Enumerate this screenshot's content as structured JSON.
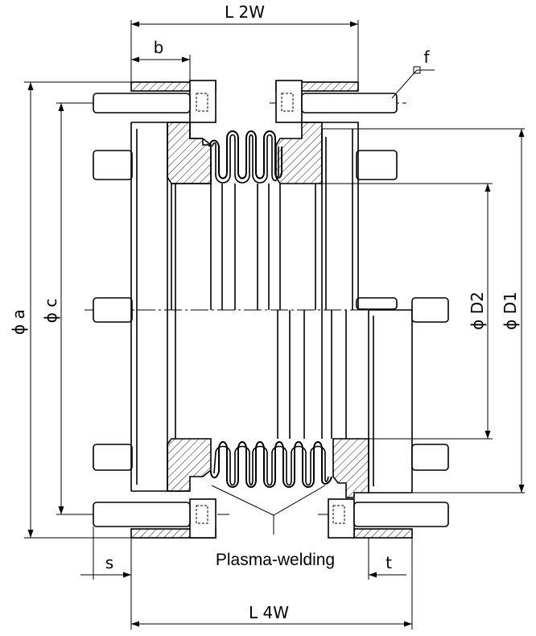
{
  "drawing": {
    "labels": {
      "l2w": "L 2W",
      "l4w": "L 4W",
      "b": "b",
      "f": "f",
      "s": "s",
      "t": "t",
      "phi_a": "ϕ a",
      "phi_c": "ϕ c",
      "phi_d2": "ϕ D2",
      "phi_d1": "ϕ D1",
      "note": "Plasma-welding"
    }
  }
}
